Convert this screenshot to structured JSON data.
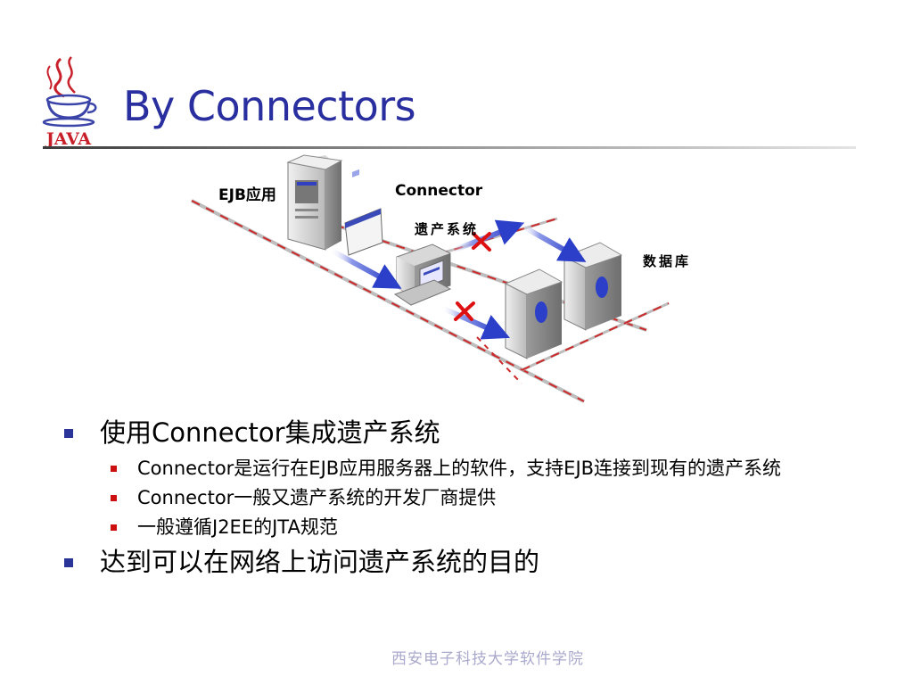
{
  "slide": {
    "title": "By Connectors",
    "logo_text": "JAVA",
    "footer": "西安电子科技大学软件学院"
  },
  "diagram": {
    "labels": {
      "ejb_app": "EJB应用",
      "connector": "Connector",
      "legacy_system": "遗产系统",
      "database": "数据库"
    },
    "colors": {
      "arrow": "#2b3fc8",
      "cross": "#dd1111",
      "network_line": "#cc2a2a"
    }
  },
  "bullets": [
    {
      "text": "使用Connector集成遗产系统",
      "children": [
        "Connector是运行在EJB应用服务器上的软件，支持EJB连接到现有的遗产系统",
        "Connector一般又遗产系统的开发厂商提供",
        "一般遵循J2EE的JTA规范"
      ]
    },
    {
      "text": "达到可以在网络上访问遗产系统的目的",
      "children": []
    }
  ],
  "theme": {
    "title_color": "#2a2fa0",
    "bullet_l1_color": "#2a3499",
    "bullet_l2_color": "#cc1010",
    "footer_color": "#a9a9cc"
  }
}
